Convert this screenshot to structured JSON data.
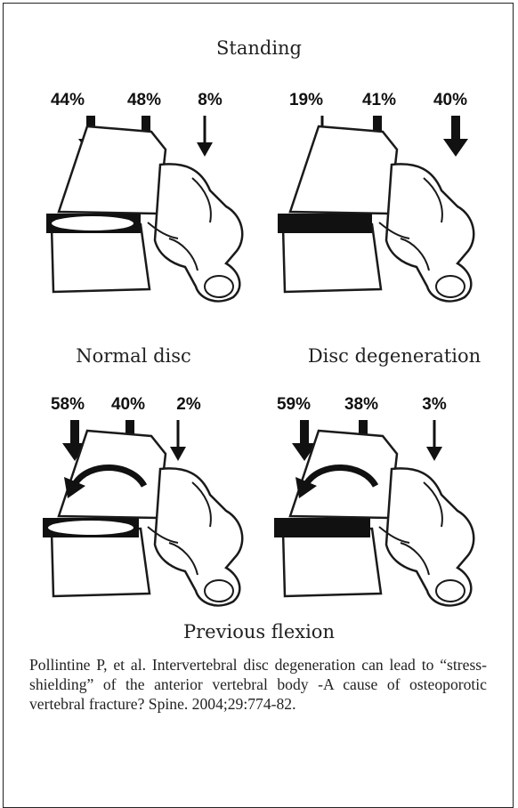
{
  "figure": {
    "top_label": "Standing",
    "label_normal": "Normal disc",
    "label_degeneration": "Disc degeneration",
    "bottom_label": "Previous flexion",
    "panels": [
      {
        "id": "standing-normal",
        "loads": [
          "44%",
          "48%",
          "8%"
        ],
        "disc": "normal",
        "flexion": false
      },
      {
        "id": "standing-degenerated",
        "loads": [
          "19%",
          "41%",
          "40%"
        ],
        "disc": "degenerated",
        "flexion": false
      },
      {
        "id": "flexion-normal",
        "loads": [
          "58%",
          "40%",
          "2%"
        ],
        "disc": "normal",
        "flexion": true
      },
      {
        "id": "flexion-degenerated",
        "loads": [
          "59%",
          "38%",
          "3%"
        ],
        "disc": "degenerated",
        "flexion": true
      }
    ],
    "colors": {
      "normal_disc": "#ffffff",
      "degenerated_disc": "#111111",
      "line": "#1a1a1a"
    }
  },
  "citation": "Pollintine P, et al. Intervertebral disc degeneration can lead to “stress-shielding” of the anterior vertebral body -A cause of osteoporotic vertebral fracture? Spine. 2004;29:774-82."
}
